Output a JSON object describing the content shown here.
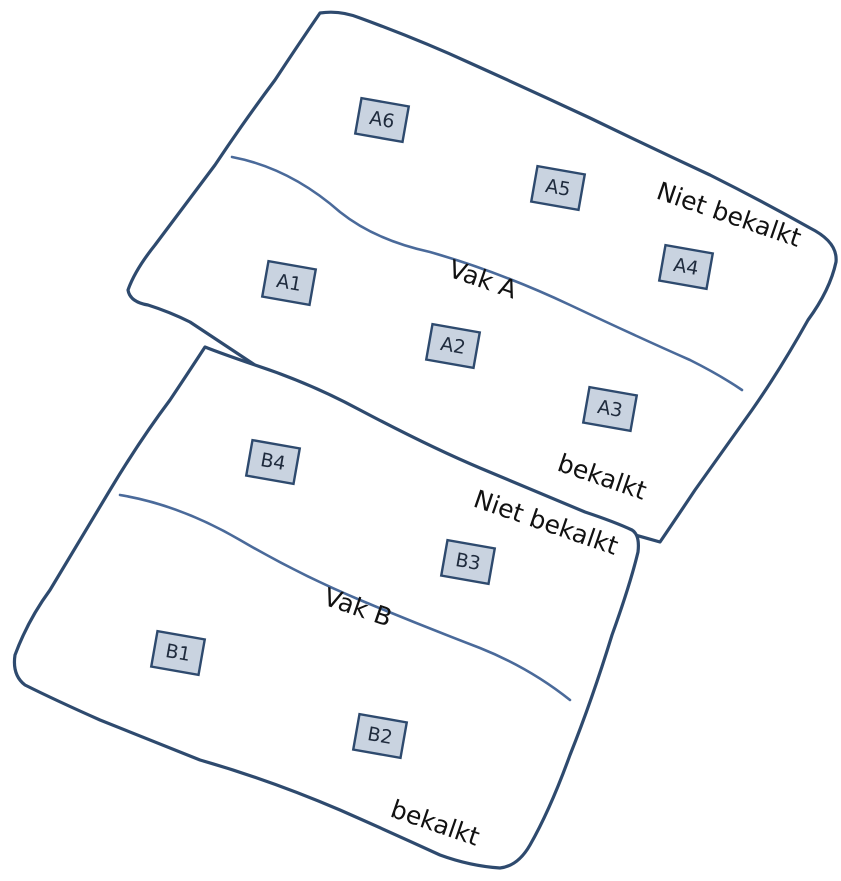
{
  "colors": {
    "outline": "#2e4a6e",
    "divider": "#4a6a9a",
    "plot_fill": "#c9d3e0",
    "text": "#111111"
  },
  "fields": {
    "a": {
      "label": "Vak A",
      "upper_zone": "Niet bekalkt",
      "lower_zone": "bekalkt",
      "plots": [
        "A6",
        "A5",
        "A4",
        "A1",
        "A2",
        "A3"
      ]
    },
    "b": {
      "label": "Vak B",
      "upper_zone": "Niet bekalkt",
      "lower_zone": "bekalkt",
      "plots": [
        "B4",
        "B3",
        "B1",
        "B2"
      ]
    }
  }
}
